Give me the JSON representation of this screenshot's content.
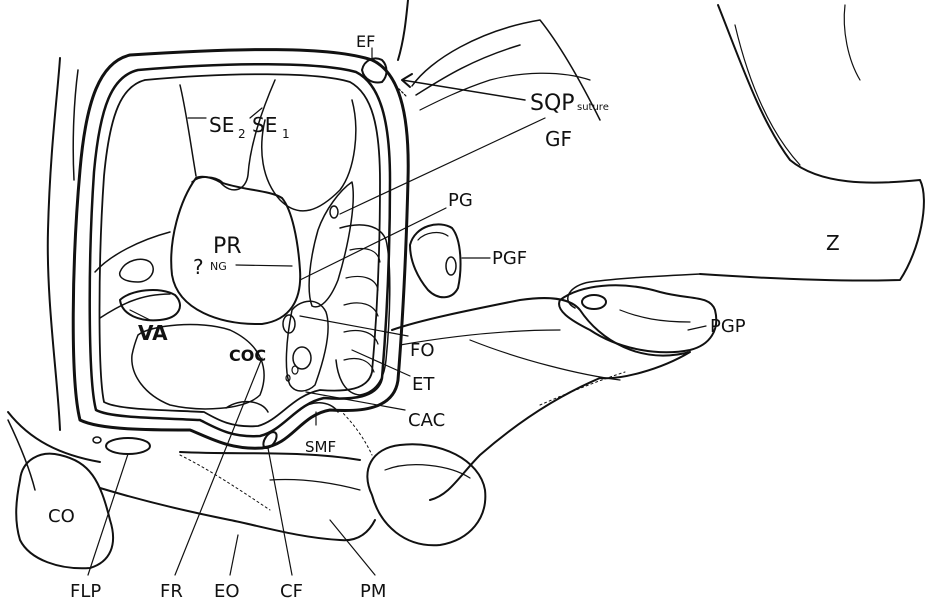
{
  "labels": {
    "ef": "EF",
    "sqp": "SQP",
    "sqp_sub": "suture",
    "gf": "GF",
    "se2": "SE",
    "se2_sub": "2",
    "se1": "SE",
    "se1_sub": "1",
    "pr": "PR",
    "ng_q": "?",
    "ng": "NG",
    "pg": "PG",
    "pgf": "PGF",
    "z": "Z",
    "va": "VA",
    "coc": "COC",
    "fo": "FO",
    "pgp": "PGP",
    "et": "ET",
    "cac": "CAC",
    "smf": "SMF",
    "co": "CO",
    "flp": "FLP",
    "fr": "FR",
    "eo": "EO",
    "cf": "CF",
    "pm": "PM"
  }
}
